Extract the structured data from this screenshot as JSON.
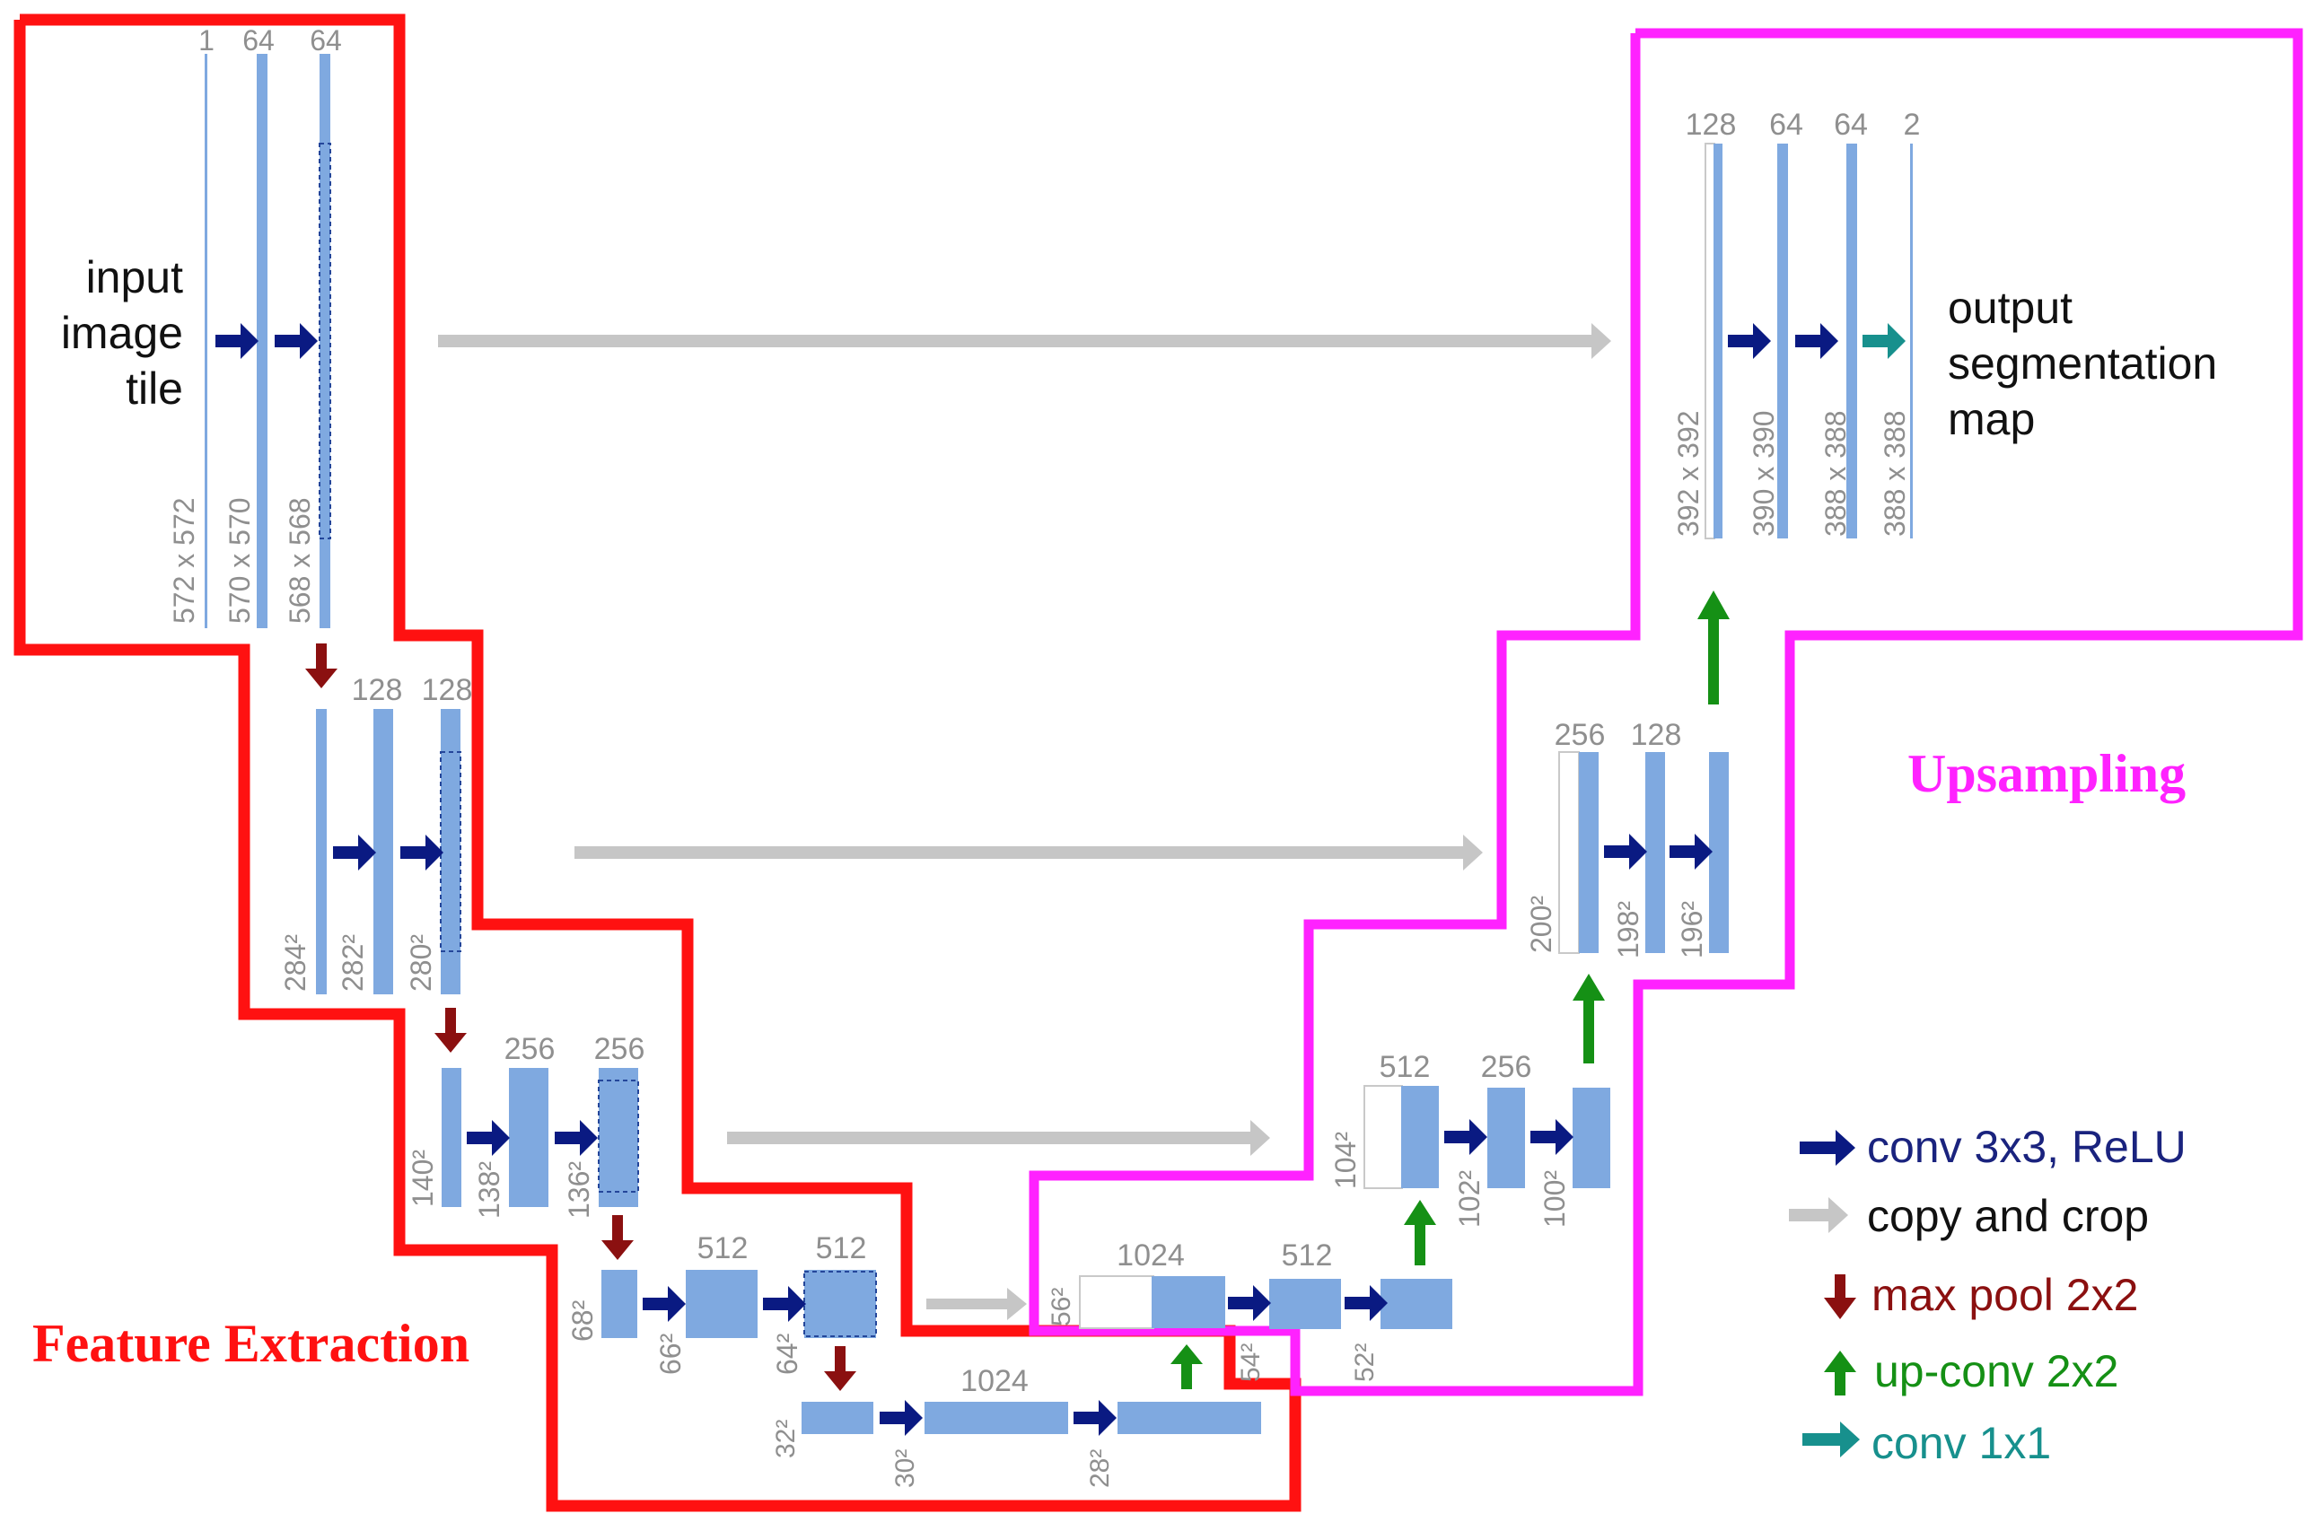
{
  "input_label": [
    "input",
    "image",
    "tile"
  ],
  "output_label": [
    "output",
    "segmentation",
    "map"
  ],
  "section_titles": {
    "feature_extraction": "Feature Extraction",
    "upsampling": "Upsampling"
  },
  "colors": {
    "feature_box": "#ff1111",
    "upsampling_box": "#ff22ff",
    "block_fill": "#7fa9e0",
    "conv_arrow": "#0a1a82",
    "copy_arrow": "#c6c6c6",
    "maxpool_arrow": "#8b1010",
    "upconv_arrow": "#159015",
    "conv1x1_arrow": "#17908d",
    "dim_text": "#8f8f8f"
  },
  "channel_labels": {
    "l1": [
      "1",
      "64",
      "64"
    ],
    "l2": [
      "128",
      "128"
    ],
    "l3": [
      "256",
      "256"
    ],
    "l4": [
      "512",
      "512"
    ],
    "l5": [
      "1024"
    ],
    "r4": [
      "1024",
      "512"
    ],
    "r3": [
      "512",
      "256"
    ],
    "r2": [
      "256",
      "128"
    ],
    "r1": [
      "128",
      "64",
      "64",
      "2"
    ]
  },
  "size_labels": {
    "l1": [
      "572 x 572",
      "570 x 570",
      "568 x 568"
    ],
    "l2": [
      "284²",
      "282²",
      "280²"
    ],
    "l3": [
      "140²",
      "138²",
      "136²"
    ],
    "l4": [
      "68²",
      "66²",
      "64²"
    ],
    "l5": [
      "32²",
      "30²",
      "28²"
    ],
    "r4": [
      "56²",
      "54²",
      "52²"
    ],
    "r3": [
      "104²",
      "102²",
      "100²"
    ],
    "r2": [
      "200²",
      "198²",
      "196²"
    ],
    "r1": [
      "392 x 392",
      "390 x 390",
      "388 x 388",
      "388 x 388"
    ]
  },
  "legend": [
    {
      "label": "conv 3x3, ReLU",
      "arrow": "conv"
    },
    {
      "label": "copy and crop",
      "arrow": "copy"
    },
    {
      "label": "max pool 2x2",
      "arrow": "maxpool"
    },
    {
      "label": "up-conv 2x2",
      "arrow": "upconv"
    },
    {
      "label": "conv 1x1",
      "arrow": "conv1x1"
    }
  ]
}
